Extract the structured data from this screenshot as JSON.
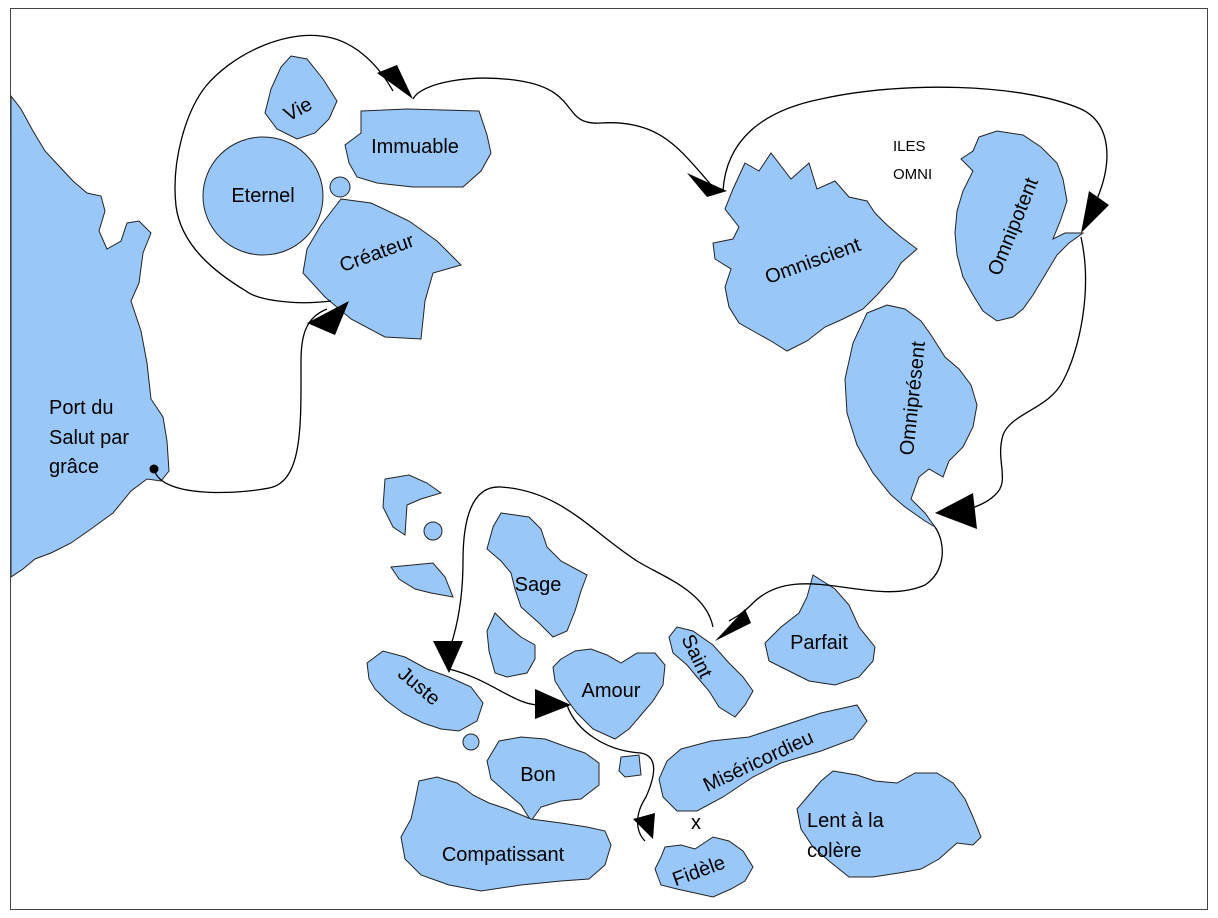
{
  "map": {
    "colors": {
      "island": "#99c8f8",
      "outline": "#222222",
      "route": "#000000"
    },
    "port": {
      "lines": [
        "Port du",
        "Salut par",
        "grâce"
      ]
    },
    "group_note": {
      "lines": [
        "ILES",
        "OMNI"
      ]
    },
    "islands": {
      "vie": "Vie",
      "immuable": "Immuable",
      "eternel": "Eternel",
      "createur": "Créateur",
      "omniscient": "Omniscient",
      "omnipotent": "Omnipotent",
      "omnipresent": "Omniprésent",
      "sage": "Sage",
      "saint": "Saint",
      "parfait": "Parfait",
      "juste": "Juste",
      "amour": "Amour",
      "misericordieux": "Miséricordieu",
      "bon": "Bon",
      "compatissant": "Compatissant",
      "fidele": "Fidèle",
      "lent_lines": [
        "Lent à la",
        "colère"
      ]
    },
    "marker": "x"
  }
}
